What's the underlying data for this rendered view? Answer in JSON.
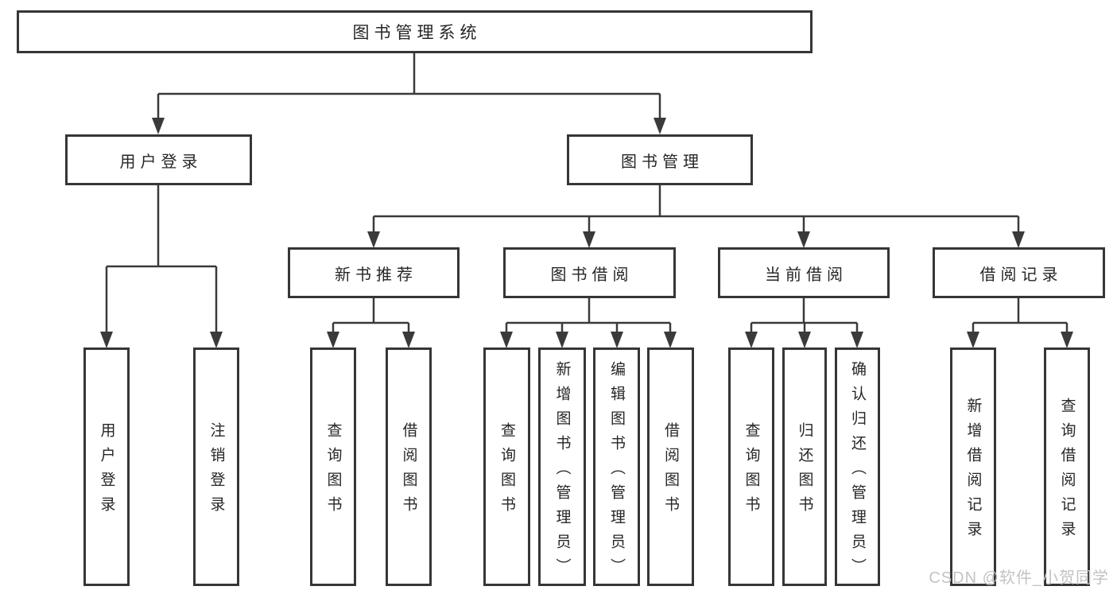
{
  "diagram": {
    "nodes": {
      "root": "图书管理系统",
      "user_login": "用户登录",
      "book_mgmt": "图书管理",
      "new_books": "新书推荐",
      "book_borrow": "图书借阅",
      "current_borrow": "当前借阅",
      "borrow_records": "借阅记录",
      "ul_user_login": "用户登录",
      "ul_logout": "注销登录",
      "nb_query_books": "查询图书",
      "nb_borrow_books": "借阅图书",
      "bb_query_books": "查询图书",
      "bb_add_books": "新增图书（管理员）",
      "bb_edit_books": "编辑图书（管理员）",
      "bb_borrow_books": "借阅图书",
      "cb_query_books": "查询图书",
      "cb_return_books": "归还图书",
      "cb_confirm_return": "确认归还（管理员）",
      "br_add_record": "新增借阅记录",
      "br_query_record": "查询借阅记录"
    }
  },
  "watermark": "CSDN @软件_小贺同学",
  "colors": {
    "background": "#ffffff",
    "box_border": "#363636",
    "line": "#3a3a3a",
    "text": "#262626",
    "watermark": "#c3c3c3"
  }
}
